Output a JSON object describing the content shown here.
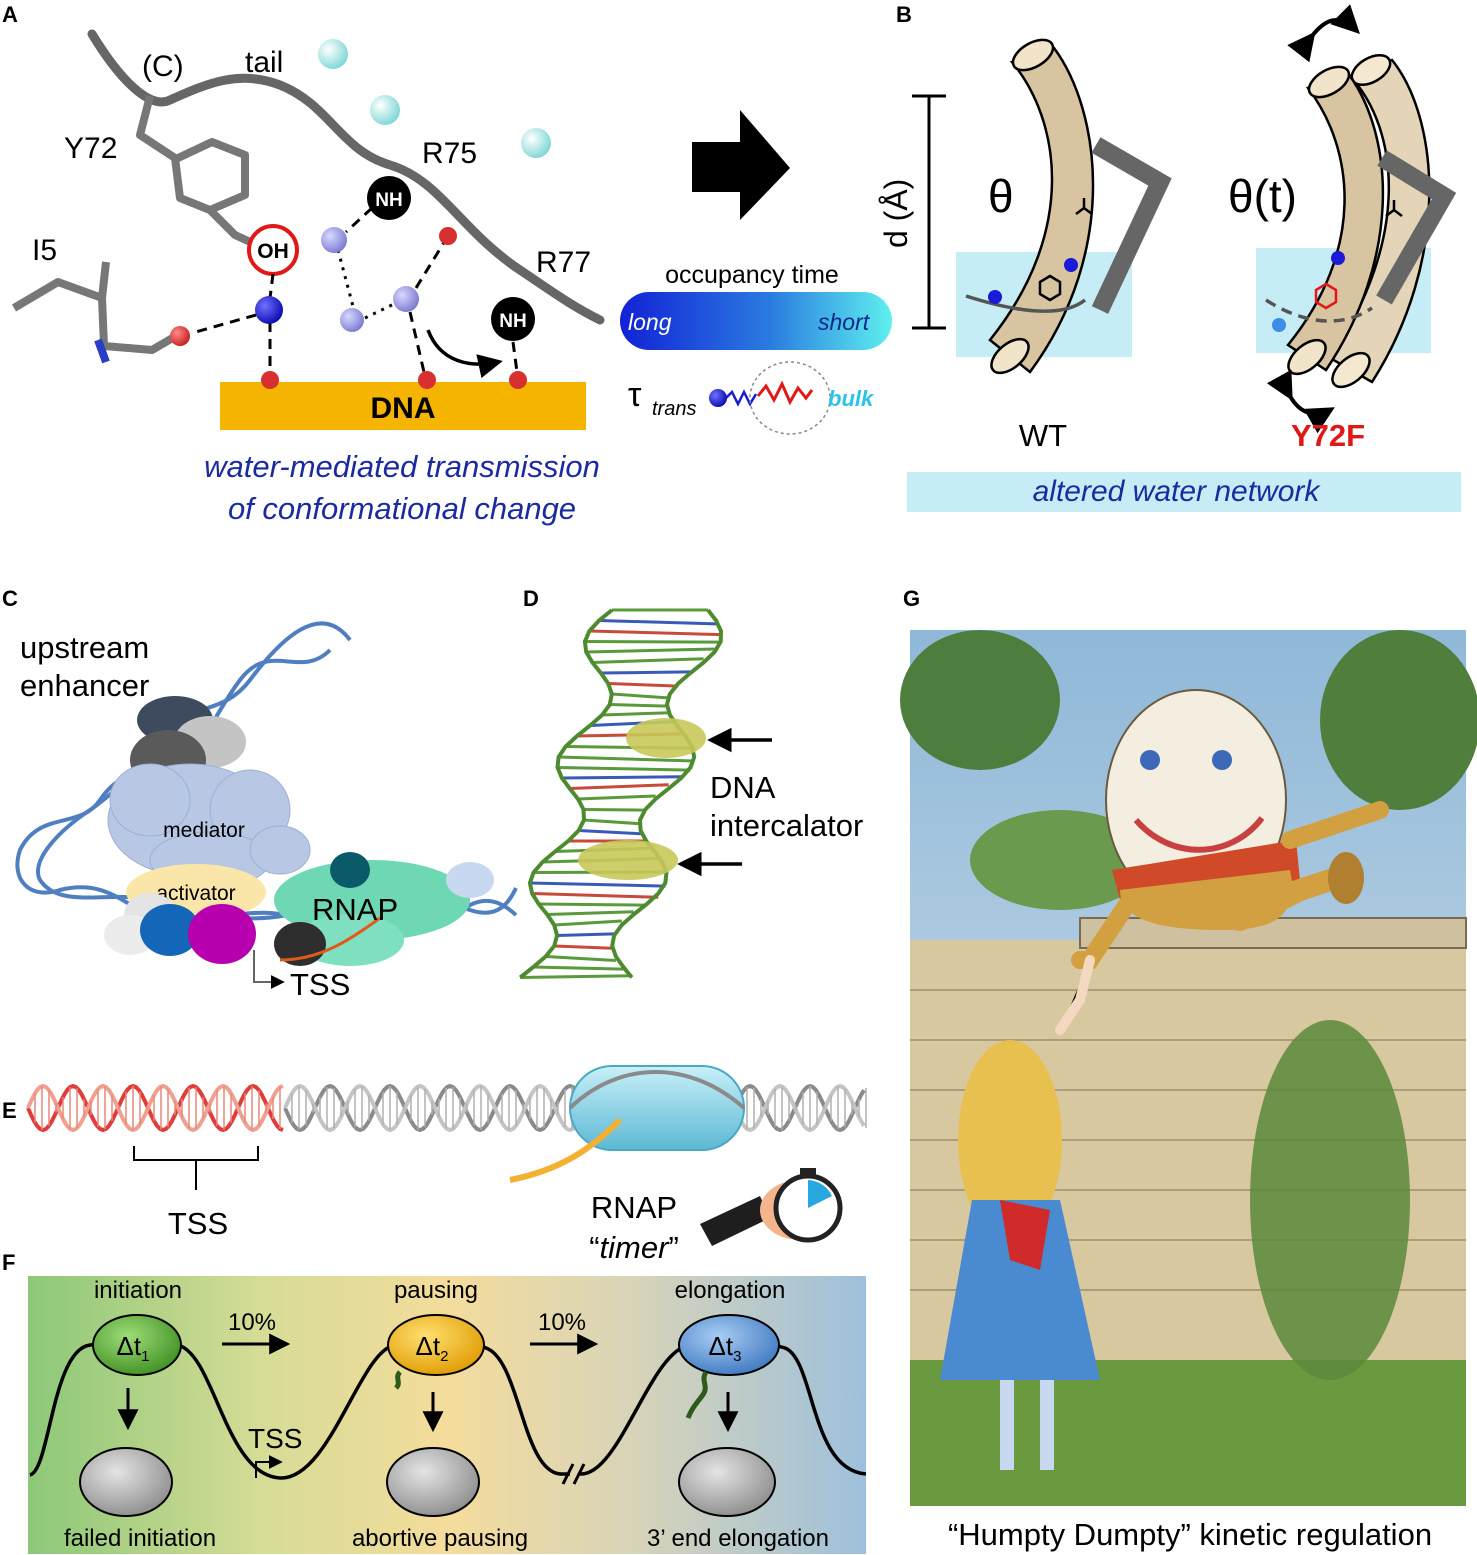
{
  "panels": {
    "A": "A",
    "B": "B",
    "C": "C",
    "D": "D",
    "E": "E",
    "F": "F",
    "G": "G"
  },
  "panel_a": {
    "c_label": "(C)",
    "tail_label": "tail",
    "y72": "Y72",
    "r75": "R75",
    "r77": "R77",
    "i5": "I5",
    "oh": "OH",
    "nh": "NH",
    "dna": "DNA",
    "caption_line1": "water-mediated transmission",
    "caption_line2": "of conformational change"
  },
  "legend": {
    "occupancy_title": "occupancy time",
    "long": "long",
    "short": "short",
    "tau": "τ",
    "trans": "trans",
    "bulk": "bulk"
  },
  "panel_b": {
    "d_label": "d (Å)",
    "theta": "θ",
    "theta_t": "θ(t)",
    "wt": "WT",
    "mutant": "Y72F",
    "network_caption": "altered water network"
  },
  "panel_c": {
    "upstream": "upstream",
    "enhancer": "enhancer",
    "mediator": "mediator",
    "activator": "activator",
    "rnap": "RNAP",
    "tss": "TSS"
  },
  "panel_d": {
    "line1": "DNA",
    "line2": "intercalator"
  },
  "panel_e": {
    "tss": "TSS",
    "rnap": "RNAP",
    "timer_open": "“",
    "timer": "timer",
    "timer_close": "”"
  },
  "panel_f": {
    "stages": [
      {
        "title": "initiation",
        "symbol": "Δt",
        "sub": "1",
        "fail": "failed initiation"
      },
      {
        "title": "pausing",
        "symbol": "Δt",
        "sub": "2",
        "fail": "abortive pausing"
      },
      {
        "title": "elongation",
        "symbol": "Δt",
        "sub": "3",
        "fail": "3’ end elongation"
      }
    ],
    "pct1": "10%",
    "pct2": "10%",
    "tss": "TSS"
  },
  "panel_g": {
    "caption": "“Humpty Dumpty” kinetic regulation"
  },
  "colors": {
    "water_blue": "#1a1ad8",
    "bulk_cyan": "#29c4e8",
    "dna_orange": "#f5b400",
    "mutant_red": "#e01818",
    "network_box": "#c6ecf6",
    "caption_blue": "#1c2aa0"
  }
}
